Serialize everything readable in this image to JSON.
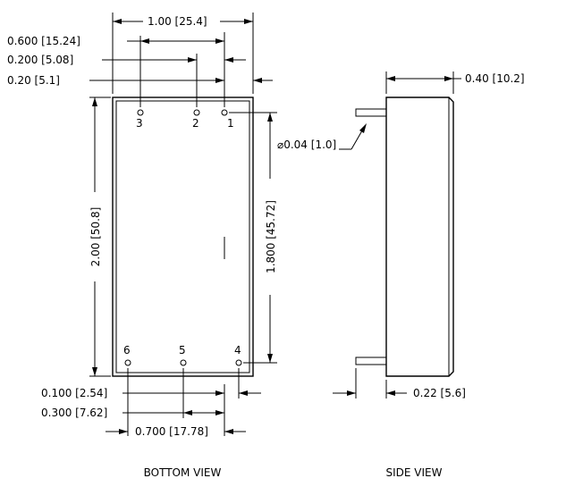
{
  "dimensions": {
    "top_width": "1.00 [25.4]",
    "pin3_offset": "0.600 [15.24]",
    "pin2_offset": "0.200 [5.08]",
    "edge_offset_top": "0.20 [5.1]",
    "height": "2.00 [50.8]",
    "pin_span": "1.800 [45.72]",
    "pin_diameter": "⌀0.04 [1.0]",
    "pin4_offset": "0.100 [2.54]",
    "pin5_offset": "0.300 [7.62]",
    "pin_spacing_bottom": "0.700 [17.78]",
    "depth": "0.40 [10.2]",
    "pin_length": "0.22 [5.6]"
  },
  "pins": {
    "p1": "1",
    "p2": "2",
    "p3": "3",
    "p4": "4",
    "p5": "5",
    "p6": "6"
  },
  "views": {
    "bottom": "BOTTOM  VIEW",
    "side": "SIDE  VIEW"
  }
}
